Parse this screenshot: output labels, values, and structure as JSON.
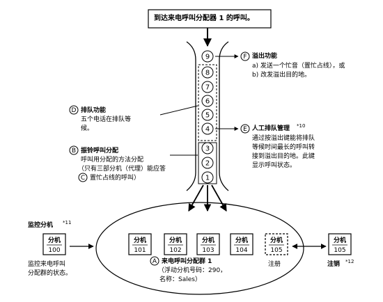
{
  "incoming_label": "到达来电呼叫分配器 1 的呼叫。",
  "queue_slots": [
    "9",
    "8",
    "7",
    "6",
    "5",
    "4",
    "3",
    "2",
    "1"
  ],
  "overflow": {
    "marker": "F",
    "title": "溢出功能",
    "line_a": "a) 发送一个忙音（置忙占线），或",
    "line_b": "b) 改发溢出目的地。"
  },
  "manual_queue": {
    "marker": "E",
    "title": "人工排队管理",
    "note": "*10",
    "lines": [
      "通过按溢出键能将排队",
      "等候时间最长的呼叫转",
      "接到溢出目的地。此键",
      "显示呼叫状态。"
    ]
  },
  "queue_feature": {
    "marker": "D",
    "title": "排队功能",
    "lines": [
      "五个电话在排队等",
      "候。"
    ]
  },
  "ringing": {
    "marker": "B",
    "title": "振铃呼叫分配",
    "lines": [
      "呼叫用分配的方法分配",
      "（只有三部分机（代理）能应答"
    ],
    "marker2": "C",
    "line3": "置忙占线的呼叫）"
  },
  "monitor": {
    "title": "监控分机",
    "note": "*11",
    "ext_label": "分机",
    "ext_number": "100",
    "desc": [
      "监控来电呼叫",
      "分配群的状态。"
    ]
  },
  "group_extensions": [
    {
      "label": "分机",
      "number": "101"
    },
    {
      "label": "分机",
      "number": "102"
    },
    {
      "label": "分机",
      "number": "103"
    },
    {
      "label": "分机",
      "number": "104"
    }
  ],
  "logged_in": {
    "label": "分机",
    "number": "105",
    "caption": "注册"
  },
  "logged_out": {
    "label": "分机",
    "number": "105",
    "caption": "注销",
    "note": "*12"
  },
  "group_info": {
    "marker": "A",
    "title": "来电呼叫分配群 1",
    "line2": "（浮动分机号码：290，",
    "line3": "名称：Sales）"
  }
}
